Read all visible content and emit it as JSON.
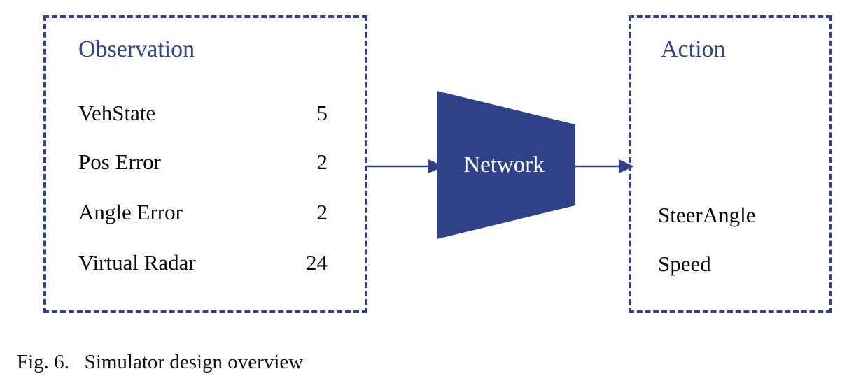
{
  "figure": {
    "caption_prefix": "Fig. 6.",
    "caption_text": "Simulator design overview",
    "caption_full": "Fig. 6.   Simulator design overview"
  },
  "colors": {
    "accent_blue": "#2e4189",
    "title_blue": "#2f4391",
    "network_fill": "#2e4189",
    "network_text": "#ffffff",
    "body_text": "#0a0a0a",
    "background": "#ffffff"
  },
  "observation": {
    "title": "Observation",
    "rows": [
      {
        "label": "VehState",
        "value": "5"
      },
      {
        "label": "Pos Error",
        "value": "2"
      },
      {
        "label": "Angle Error",
        "value": "2"
      },
      {
        "label": "Virtual Radar",
        "value": "24"
      }
    ]
  },
  "network": {
    "label": "Network"
  },
  "action": {
    "title": "Action",
    "items": [
      {
        "label": "SteerAngle"
      },
      {
        "label": "Speed"
      }
    ]
  },
  "arrows": {
    "observation_to_network": "arrow-right-icon",
    "network_to_action": "arrow-right-icon"
  }
}
